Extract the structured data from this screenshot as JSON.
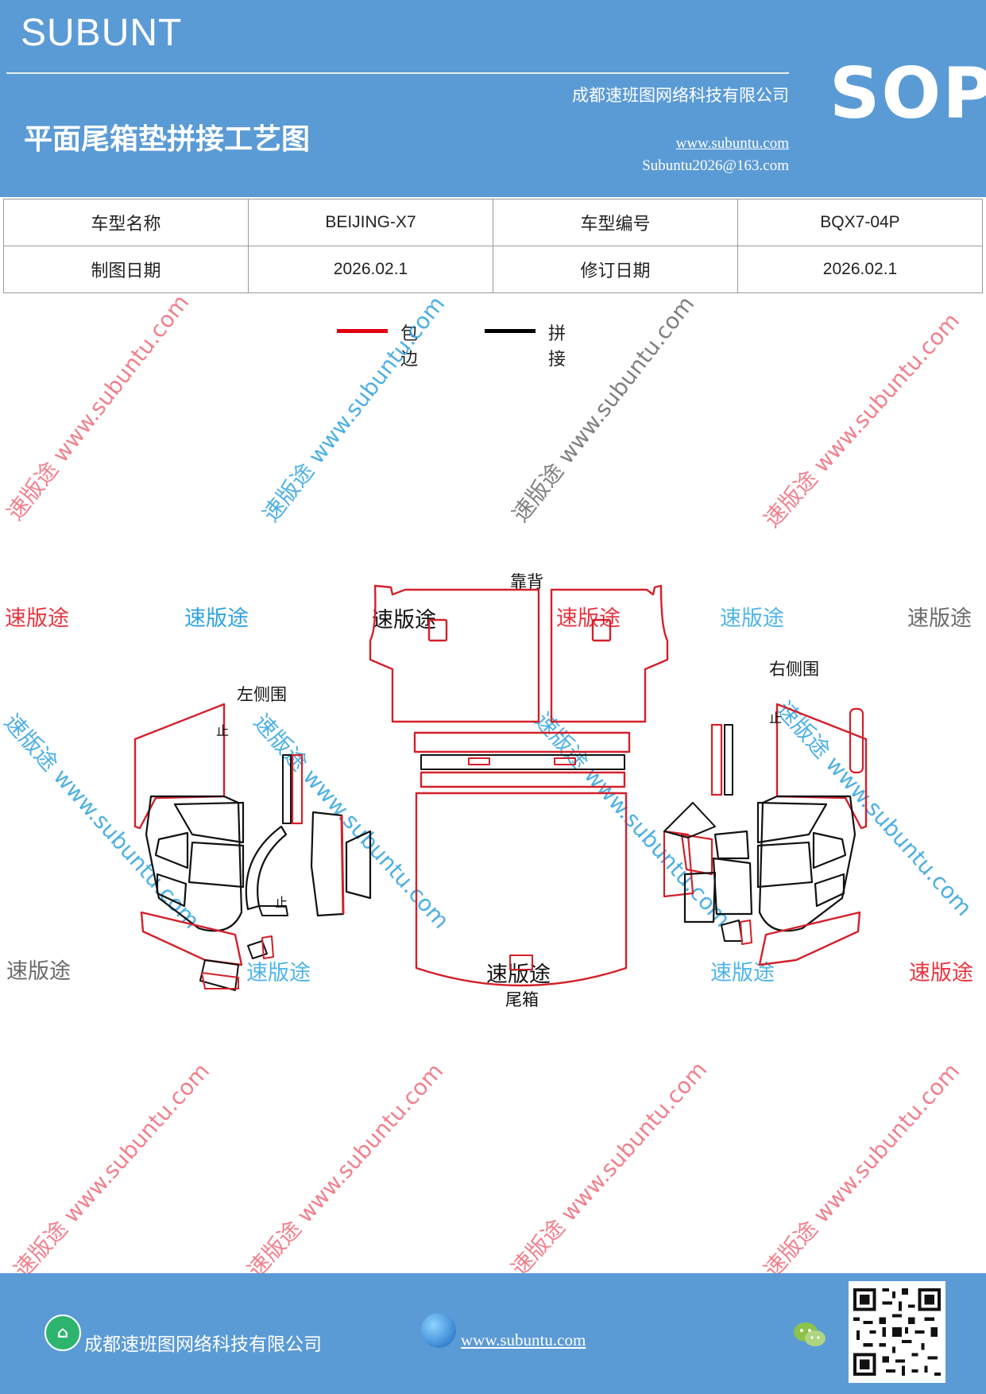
{
  "header": {
    "brand": "SUBUNT",
    "title": "平面尾箱垫拼接工艺图",
    "company": "成都速班图网络科技有限公司",
    "website": "www.subuntu.com",
    "email": "Subuntu2026@163.com",
    "badge": "SOP"
  },
  "info_table": {
    "row1": {
      "label1": "车型名称",
      "value1": "BEIJING-X7",
      "label2": "车型编号",
      "value2": "BQX7-04P"
    },
    "row2": {
      "label1": "制图日期",
      "value1": "2026.02.1",
      "label2": "修订日期",
      "value2": "2026.02.1"
    }
  },
  "legend": {
    "items": [
      {
        "label": "包边",
        "color": "#e3000f"
      },
      {
        "label": "拼接",
        "color": "#000000"
      }
    ]
  },
  "parts": {
    "backrest": "靠背",
    "left_side": "左侧围",
    "right_side": "右侧围",
    "trunk": "尾箱",
    "mark": "止"
  },
  "watermark": {
    "brand": "速版途",
    "site": "www.subuntu.com",
    "colors": {
      "red": "#e8343f",
      "blue": "#2ea3e0",
      "grey": "#6b6b6b"
    }
  },
  "footer": {
    "company": "成都速班图网络科技有限公司",
    "website": "www.subuntu.com",
    "home_icon": "home-icon",
    "globe_icon": "globe-icon",
    "wechat_icon": "wechat-icon",
    "qr": "qr-code"
  },
  "colors": {
    "header_bg": "#5b9bd5",
    "edge_red": "#d3202a",
    "seam_black": "#111111"
  }
}
